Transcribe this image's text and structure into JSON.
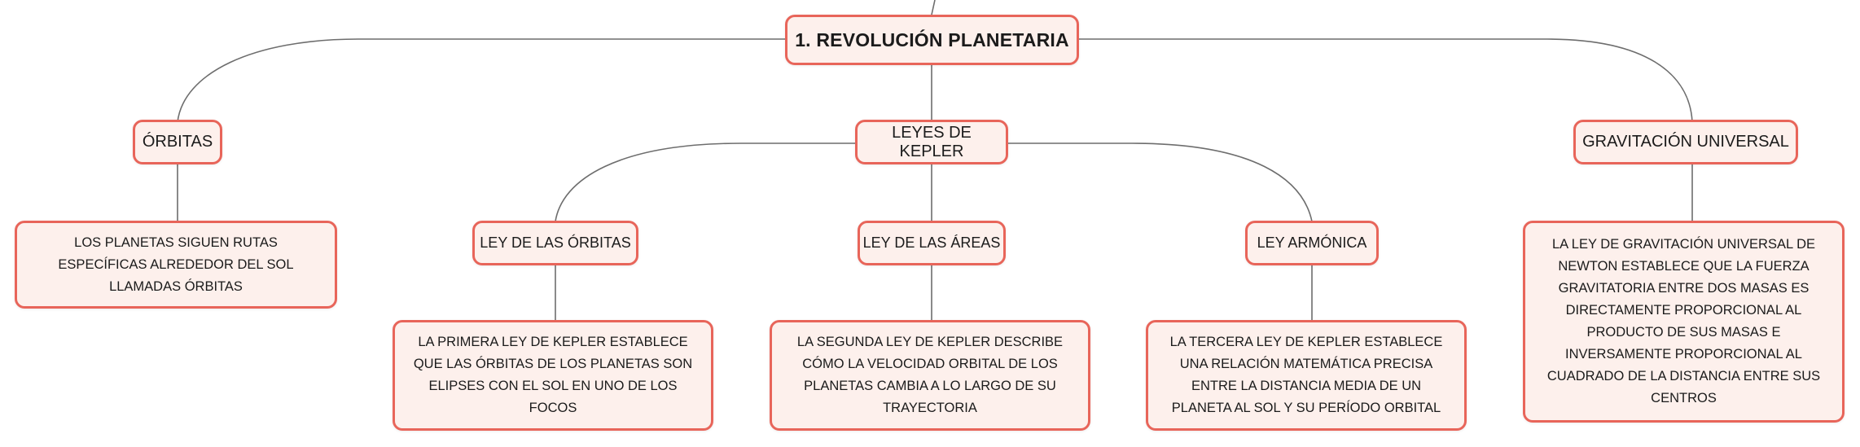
{
  "colors": {
    "node_border": "#e8655a",
    "node_fill": "#fdf0ec",
    "connector": "#6d6d6d"
  },
  "root": {
    "label": "1. REVOLUCIÓN PLANETARIA"
  },
  "topics": [
    {
      "label": "ÓRBITAS"
    },
    {
      "label": "LEYES DE KEPLER"
    },
    {
      "label": "GRAVITACIÓN UNIVERSAL"
    }
  ],
  "kepler_laws": [
    {
      "label": "LEY DE LAS ÓRBITAS"
    },
    {
      "label": "LEY DE LAS ÁREAS"
    },
    {
      "label": "LEY ARMÓNICA"
    }
  ],
  "details": {
    "orbitas": "LOS PLANETAS SIGUEN RUTAS ESPECÍFICAS ALREDEDOR DEL SOL LLAMADAS ÓRBITAS",
    "ley_orbitas": "LA PRIMERA LEY DE KEPLER ESTABLECE QUE LAS ÓRBITAS DE LOS PLANETAS SON ELIPSES CON EL SOL EN UNO DE LOS FOCOS",
    "ley_areas": "LA SEGUNDA LEY DE KEPLER DESCRIBE CÓMO LA VELOCIDAD ORBITAL DE LOS PLANETAS CAMBIA A LO LARGO DE SU TRAYECTORIA",
    "ley_armonica": "LA TERCERA LEY DE KEPLER ESTABLECE UNA RELACIÓN MATEMÁTICA PRECISA ENTRE LA DISTANCIA MEDIA DE UN PLANETA AL SOL Y SU PERÍODO ORBITAL",
    "gravitacion": "LA LEY DE GRAVITACIÓN UNIVERSAL DE NEWTON ESTABLECE QUE LA FUERZA GRAVITATORIA ENTRE DOS MASAS ES DIRECTAMENTE PROPORCIONAL AL PRODUCTO DE SUS MASAS E INVERSAMENTE PROPORCIONAL AL CUADRADO DE LA DISTANCIA ENTRE SUS CENTROS"
  }
}
